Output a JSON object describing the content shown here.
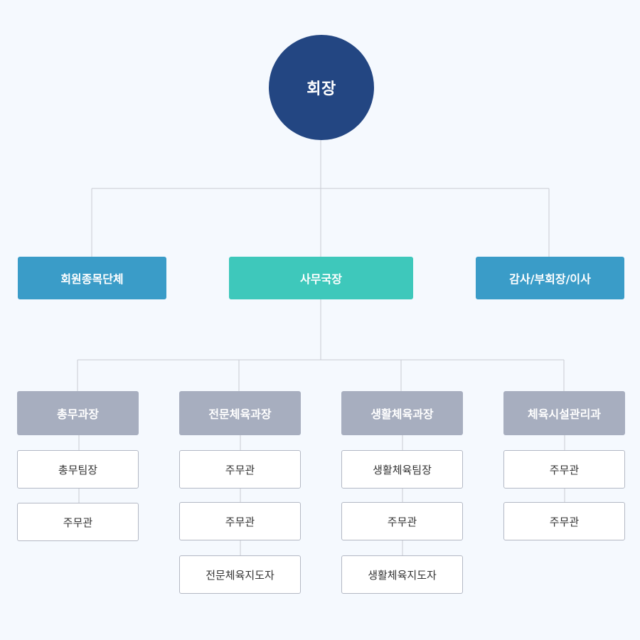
{
  "root": {
    "label": "회장"
  },
  "level2": {
    "left": {
      "label": "회원종목단체",
      "color": "#3a9cc8"
    },
    "center": {
      "label": "사무국장",
      "color": "#3ec8bb"
    },
    "right": {
      "label": "감사/부회장/이사",
      "color": "#3a9cc8"
    }
  },
  "departments": [
    {
      "label": "총무과장",
      "staff": [
        "총무팀장",
        "주무관"
      ]
    },
    {
      "label": "전문체육과장",
      "staff": [
        "주무관",
        "주무관",
        "전문체육지도자"
      ]
    },
    {
      "label": "생활체육과장",
      "staff": [
        "생활체육팀장",
        "주무관",
        "생활체육지도자"
      ]
    },
    {
      "label": "체육시설관리과",
      "staff": [
        "주무관",
        "주무관"
      ]
    }
  ]
}
